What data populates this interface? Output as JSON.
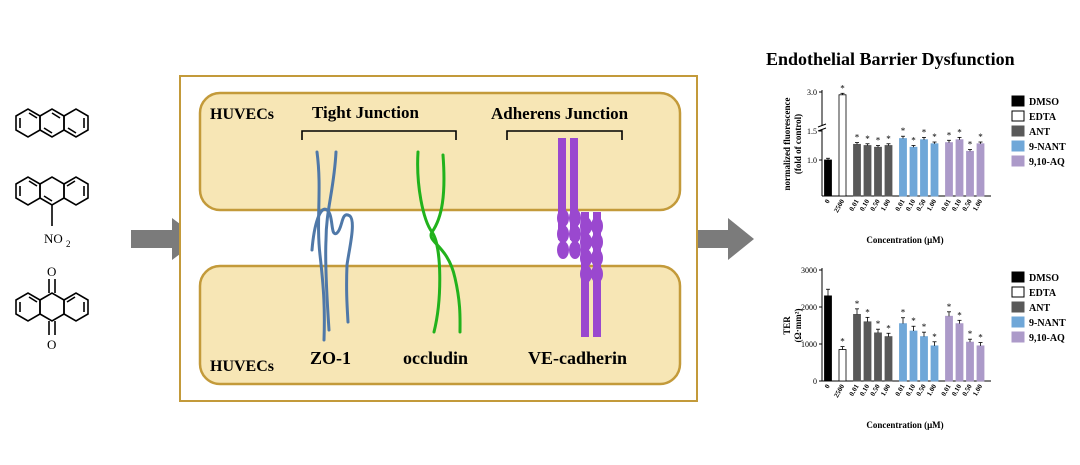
{
  "figure": {
    "title": "Endothelial Barrier Dysfunction",
    "chemical_labels": {
      "nitro": "NO",
      "nitro_sub": "2",
      "oxo_top": "O",
      "oxo_bottom": "O"
    }
  },
  "diagram": {
    "cell_label_top": "HUVECs",
    "cell_label_bottom": "HUVECs",
    "tight_junction": "Tight Junction",
    "adherens_junction": "Adherens Junction",
    "proteins": [
      "ZO-1",
      "occludin",
      "VE-cadherin"
    ],
    "colors": {
      "cell_fill": "#f7e6b5",
      "cell_border": "#c39a3a",
      "zo1": "#4f78a8",
      "occludin": "#22b21c",
      "cadherin": "#9a48cf",
      "arrow": "#7b7b7b"
    }
  },
  "legend": [
    {
      "name": "DMSO",
      "color": "#000000"
    },
    {
      "name": "EDTA",
      "color": "#ffffff"
    },
    {
      "name": "ANT",
      "color": "#595959"
    },
    {
      "name": "9-NANT",
      "color": "#6fa7d8"
    },
    {
      "name": "9,10-AQ",
      "color": "#ac9ac9"
    }
  ],
  "chart_data": [
    {
      "type": "bar",
      "ylabel": "normalized fluorescence",
      "ylabel2": "(fold of control)",
      "xlabel": "Concentration (μM)",
      "yticks": [
        "1.0",
        "1.5",
        "3.0"
      ],
      "categories": [
        "0",
        "2500",
        "0.01",
        "0.10",
        "0.50",
        "1.00",
        "0.01",
        "0.10",
        "0.50",
        "1.00",
        "0.01",
        "0.10",
        "0.50",
        "1.00"
      ],
      "groups": [
        "DMSO",
        "EDTA",
        "ANT",
        "ANT",
        "ANT",
        "ANT",
        "9-NANT",
        "9-NANT",
        "9-NANT",
        "9-NANT",
        "9,10-AQ",
        "9,10-AQ",
        "9,10-AQ",
        "9,10-AQ"
      ],
      "values": [
        1.0,
        2.85,
        1.27,
        1.25,
        1.22,
        1.25,
        1.37,
        1.22,
        1.35,
        1.28,
        1.3,
        1.35,
        1.15,
        1.28
      ],
      "errors": [
        0.03,
        0.08,
        0.03,
        0.03,
        0.03,
        0.03,
        0.04,
        0.03,
        0.04,
        0.03,
        0.04,
        0.04,
        0.03,
        0.03
      ],
      "significance": [
        "",
        "*",
        "*",
        "*",
        "*",
        "*",
        "*",
        "*",
        "*",
        "*",
        "*",
        "*",
        "*",
        "*"
      ]
    },
    {
      "type": "bar",
      "ylabel": "TER",
      "ylabel2": "(Ω·mm²)",
      "xlabel": "Concentration (μM)",
      "yticks": [
        "0",
        "1000",
        "2000",
        "3000"
      ],
      "ylim": [
        0,
        3000
      ],
      "categories": [
        "0",
        "2500",
        "0.01",
        "0.10",
        "0.50",
        "1.00",
        "0.01",
        "0.10",
        "0.50",
        "1.00",
        "0.01",
        "0.10",
        "0.50",
        "1.00"
      ],
      "groups": [
        "DMSO",
        "EDTA",
        "ANT",
        "ANT",
        "ANT",
        "ANT",
        "9-NANT",
        "9-NANT",
        "9-NANT",
        "9-NANT",
        "9,10-AQ",
        "9,10-AQ",
        "9,10-AQ",
        "9,10-AQ"
      ],
      "values": [
        2300,
        850,
        1800,
        1600,
        1300,
        1200,
        1550,
        1350,
        1200,
        950,
        1750,
        1550,
        1050,
        950
      ],
      "errors": [
        180,
        80,
        150,
        120,
        100,
        90,
        160,
        130,
        120,
        110,
        120,
        90,
        80,
        90
      ],
      "significance": [
        "",
        "*",
        "*",
        "*",
        "*",
        "*",
        "*",
        "*",
        "*",
        "*",
        "*",
        "*",
        "*",
        "*"
      ]
    }
  ]
}
